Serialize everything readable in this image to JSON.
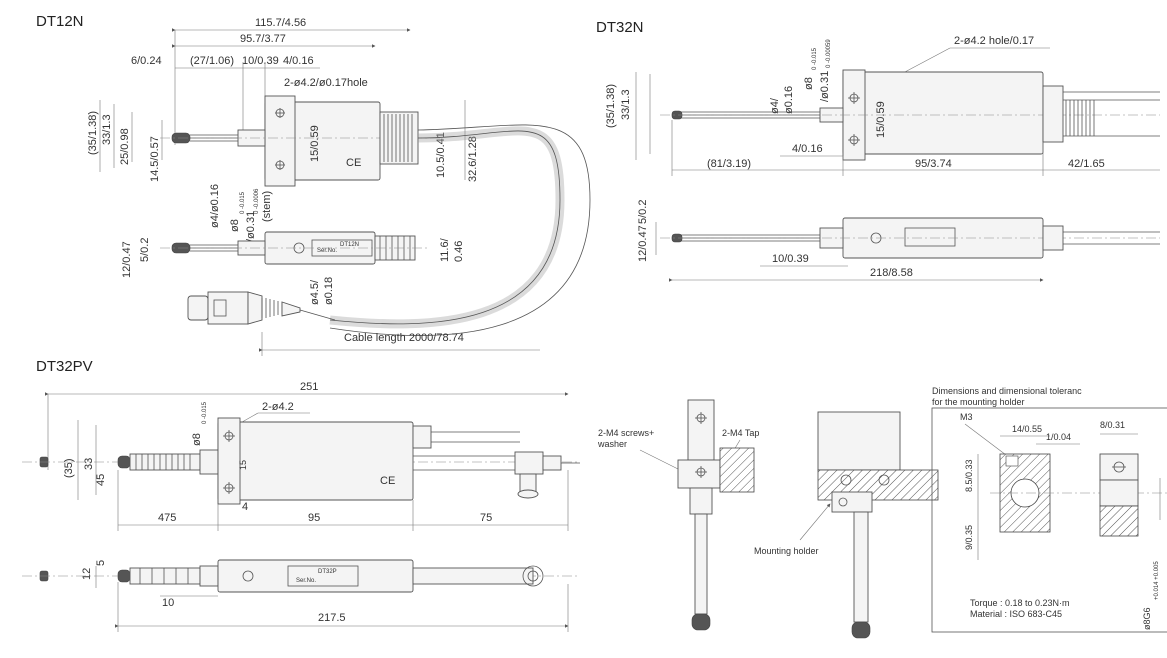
{
  "titles": {
    "dt12n": "DT12N",
    "dt32n": "DT32N",
    "dt32pv": "DT32PV"
  },
  "dt12n": {
    "overall": "115.7/4.56",
    "len2": "95.7/3.77",
    "d6": "6/0.24",
    "d27": "(27/1.06)",
    "d10": "10/0.39",
    "d4": "4/0.16",
    "hole": "2-ø4.2/ø0.17hole",
    "h35": "(35/1.38)",
    "h33": "33/1.3",
    "h25": "25/0.98",
    "h145": "14.5/0.57",
    "h1559": "15/0.59",
    "h15": "15/0.59",
    "h105": "10.5/0.41",
    "h326": "32.6/1.28",
    "stem4": "ø4/ø0.16",
    "stem8a": "ø8",
    "stem8tol": "0 -0.015",
    "stem8b": "/ø0.31",
    "stem8btol": "0 -0.0006",
    "stem": "(stem)",
    "h116a": "11.6/",
    "h116b": "0.46",
    "h12": "12/0.47",
    "h5": "5/0.2",
    "cab45a": "ø4.5/",
    "cab45b": "ø0.18",
    "cable": "Cable length  2000/78.74",
    "ce": "CE",
    "plate1": "DT12N",
    "plate2": "Ser.No."
  },
  "dt32n": {
    "hole": "2-ø4.2 hole/0.17",
    "h35": "(35/1.38)",
    "h33": "33/1.3",
    "stem4a": "ø4/",
    "stem4b": "ø0.16",
    "stem8a": "ø8",
    "stem8tol": "0 -0.015",
    "stem8b": "/ø0.31",
    "stem8btol": "0 -0.00059",
    "h15": "15/0.59",
    "d4": "4/0.16",
    "d81": "(81/3.19)",
    "d95": "95/3.74",
    "d42": "42/1.65",
    "h5": "5/0.2",
    "h12": "12/0.47",
    "d10": "10/0.39",
    "d218": "218/8.58"
  },
  "dt32pv": {
    "overall": "251",
    "hole": "2-ø4.2",
    "stem8": "ø8",
    "stem8tol": "0 -0.015",
    "h35": "(35)",
    "h33": "33",
    "h45": "45",
    "h15": "15",
    "d4": "4",
    "d475": "475",
    "d95": "95",
    "d75": "75",
    "h12": "12",
    "h5": "5",
    "d10": "10",
    "d2175": "217.5",
    "ce": "CE",
    "plate1": "DT32P",
    "plate2": "Ser.No."
  },
  "mounting": {
    "screws_a": "2-M4 screws+",
    "screws_b": "washer",
    "tap": "2-M4 Tap",
    "holder": "Mounting holder"
  },
  "holder_detail": {
    "title1": "Dimensions and dimensional toleranc",
    "title2": "for the mounting holder",
    "m3": "M3",
    "d14": "14/0.55",
    "d1": "1/0.04",
    "d8": "8/0.31",
    "h85": "8.5/0.33",
    "h9": "9/0.35",
    "torque": "Torque : 0.18 to 0.23N·m",
    "material": "Material : ISO 683-C45",
    "bore": "ø8G6",
    "boretol": "+0.014 +0.005"
  }
}
